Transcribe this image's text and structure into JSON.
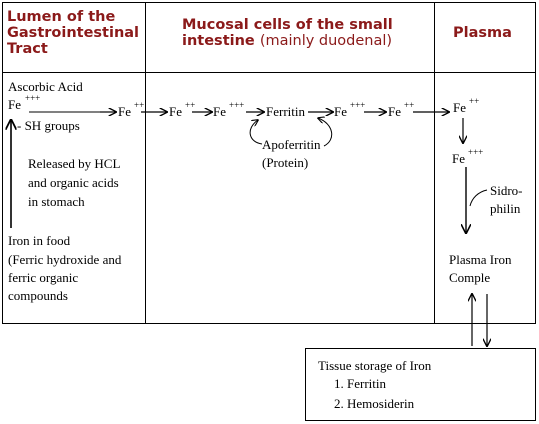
{
  "headers": {
    "lumen_line1": "Lumen of the",
    "lumen_line2": "Gastrointestinal",
    "lumen_line3": "Tract",
    "mucosal_line1": "Mucosal cells of the small",
    "mucosal_line2_bold": "intestine",
    "mucosal_line2_normal": "(mainly duodenal)",
    "plasma": "Plasma"
  },
  "lumen": {
    "ascorbic_acid": "Ascorbic Acid",
    "fe": "Fe",
    "fe_charge": "+++",
    "sh_groups": "- SH groups",
    "released_1": "Released by HCL",
    "released_2": "and organic acids",
    "released_3": "in stomach",
    "food_1": "Iron in food",
    "food_2": "(Ferric hydroxide and",
    "food_3": "ferric organic",
    "food_4": "compounds"
  },
  "mucosa": {
    "fe": "Fe",
    "ferrous_charge": "++",
    "ferric_charge": "+++",
    "ferritin": "Ferritin",
    "apoferritin": "Apoferritin",
    "protein": "(Protein)"
  },
  "plasma": {
    "fe": "Fe",
    "ferrous_charge": "++",
    "ferric_charge": "+++",
    "sidro_1": "Sidro-",
    "sidro_2": "philin",
    "complex_1": "Plasma Iron",
    "complex_2": "Comple"
  },
  "tissue": {
    "title": "Tissue storage of Iron",
    "item_1": "1.  Ferritin",
    "item_2": "2.  Hemosiderin"
  }
}
